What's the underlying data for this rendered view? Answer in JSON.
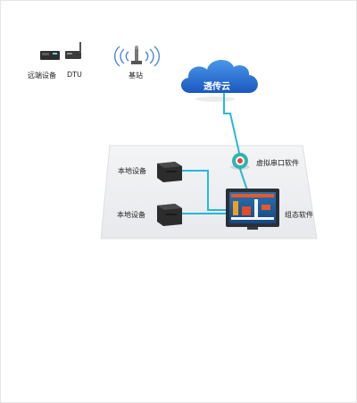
{
  "labels": {
    "remote_device": "远端设备",
    "dtu": "DTU",
    "base_station": "基站",
    "cloud": "透传云",
    "virtual_serial": "虚拟串口软件",
    "local_device_1": "本地设备",
    "local_device_2": "本地设备",
    "scada_software": "组态软件"
  },
  "colors": {
    "line": "#29b8d8",
    "cloud_top": "#3f8be0",
    "cloud_bottom": "#1c5fc4",
    "platform": "#eef0f3",
    "device": "#3a3a3a"
  },
  "icons": [
    "remote-device-icon",
    "dtu-icon",
    "base-station-icon",
    "wifi-signal-icon",
    "cloud-icon",
    "virtual-serial-icon",
    "local-device-icon",
    "monitor-icon"
  ]
}
